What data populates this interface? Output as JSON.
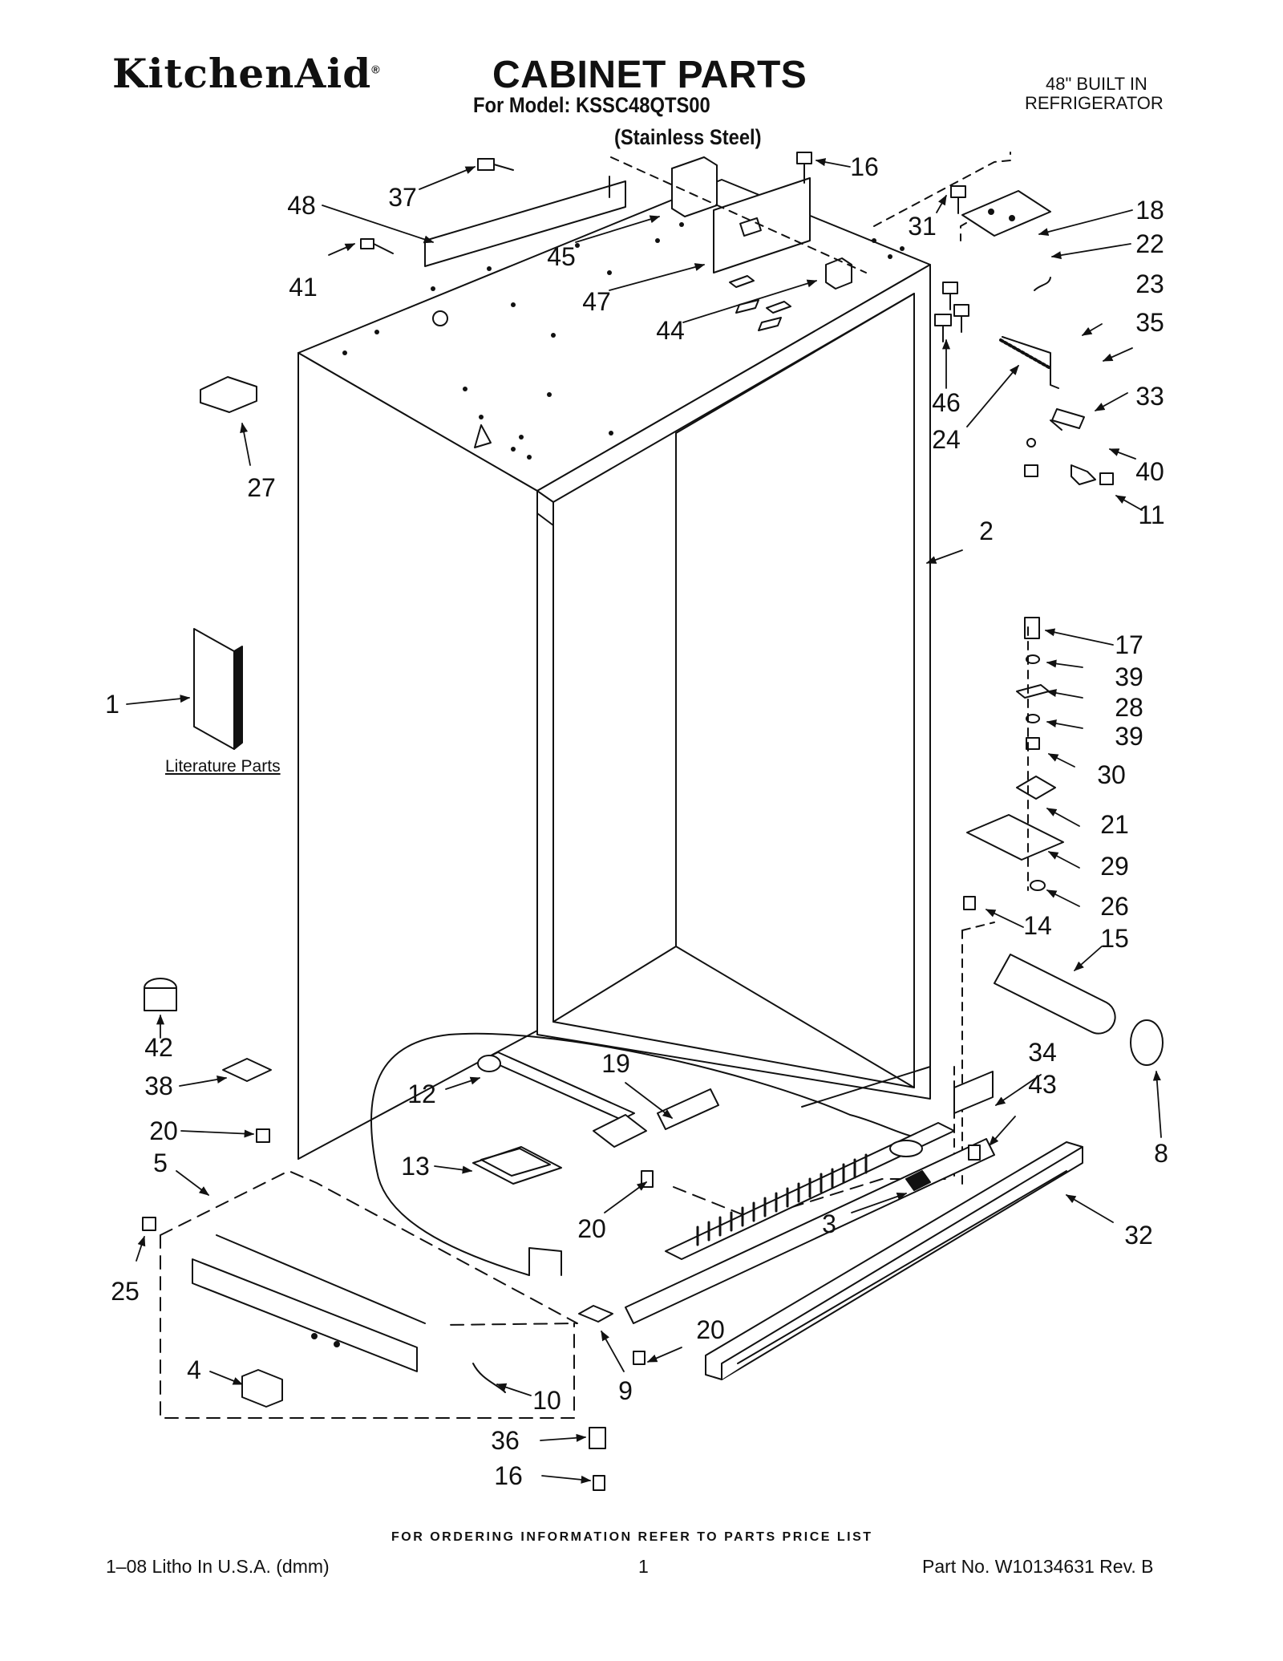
{
  "header": {
    "brand": "KitchenAid",
    "brand_mark": "®",
    "title": "CABINET PARTS",
    "model_line": "For Model: KSSC48QTS00",
    "finish_line": "(Stainless Steel)",
    "product_type_line1": "48\" BUILT IN",
    "product_type_line2": "REFRIGERATOR"
  },
  "literature_label": "Literature Parts",
  "footer": {
    "ordering_note": "FOR ORDERING INFORMATION REFER TO PARTS PRICE LIST",
    "litho": "1–08 Litho In U.S.A. (dmm)",
    "page_number": "1",
    "part_number": "Part No. W10134631 Rev. B"
  },
  "callouts": [
    "48",
    "37",
    "41",
    "45",
    "47",
    "44",
    "16",
    "31",
    "18",
    "22",
    "23",
    "35",
    "33",
    "40",
    "11",
    "46",
    "24",
    "27",
    "2",
    "17",
    "39",
    "28",
    "39",
    "30",
    "21",
    "29",
    "26",
    "14",
    "15",
    "8",
    "1",
    "42",
    "38",
    "20",
    "5",
    "25",
    "4",
    "10",
    "9",
    "36",
    "16",
    "12",
    "19",
    "13",
    "20",
    "3",
    "34",
    "43",
    "32",
    "20"
  ]
}
